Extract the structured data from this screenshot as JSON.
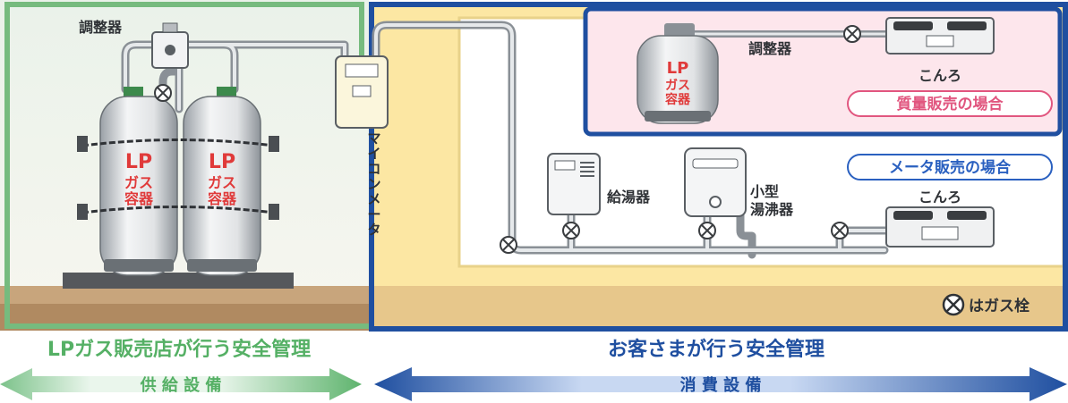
{
  "labels": {
    "regulator_top": "調整器",
    "meter": "マイコンメータ",
    "cyl_lp": "LP",
    "cyl_gas": "ガス",
    "cyl_vessel": "容器",
    "regulator_small": "調整器",
    "stove": "こんろ",
    "water_heater": "給湯器",
    "small_boiler_1": "小型",
    "small_boiler_2": "湯沸器",
    "gas_valve_note": "はガス栓"
  },
  "badges": {
    "mass_sales": "質量販売の場合",
    "meter_sales": "メータ販売の場合"
  },
  "footer": {
    "left_title": "LPガス販売店が行う安全管理",
    "left_arrow": "供 給 設 備",
    "right_title": "お客さまが行う安全管理",
    "right_arrow": "消 費 設 備"
  },
  "colors": {
    "green_border": "#76bb7e",
    "blue_border": "#1f4fa0",
    "red_text": "#e03a3a",
    "pink_badge": "#e1567f",
    "blue_badge": "#2a60c0",
    "green_title": "#55b065",
    "blue_title": "#1f4fa0",
    "wall_yellow": "#fce7a3",
    "floor_tan": "#c8a57c",
    "pink_bg": "#fde6ec"
  }
}
